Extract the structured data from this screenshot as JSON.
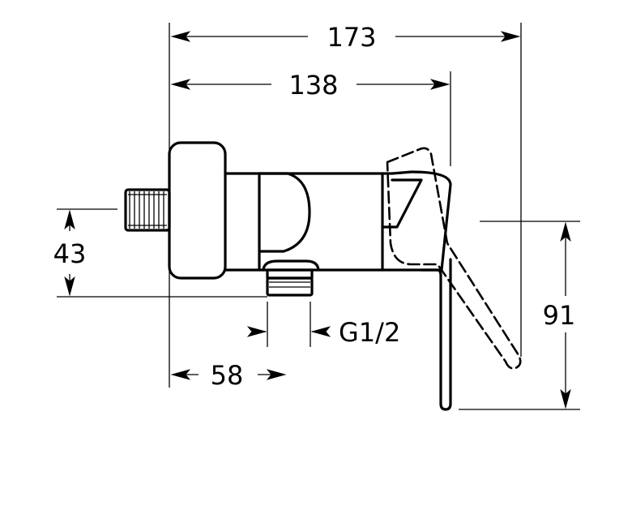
{
  "diagram": {
    "dimensions": {
      "overall_width": "173",
      "body_width": "138",
      "inlet_height": "43",
      "outlet_offset": "58",
      "outlet_thread": "G1/2",
      "lever_height": "91"
    },
    "colors": {
      "line": "#000000",
      "background": "#ffffff"
    }
  }
}
